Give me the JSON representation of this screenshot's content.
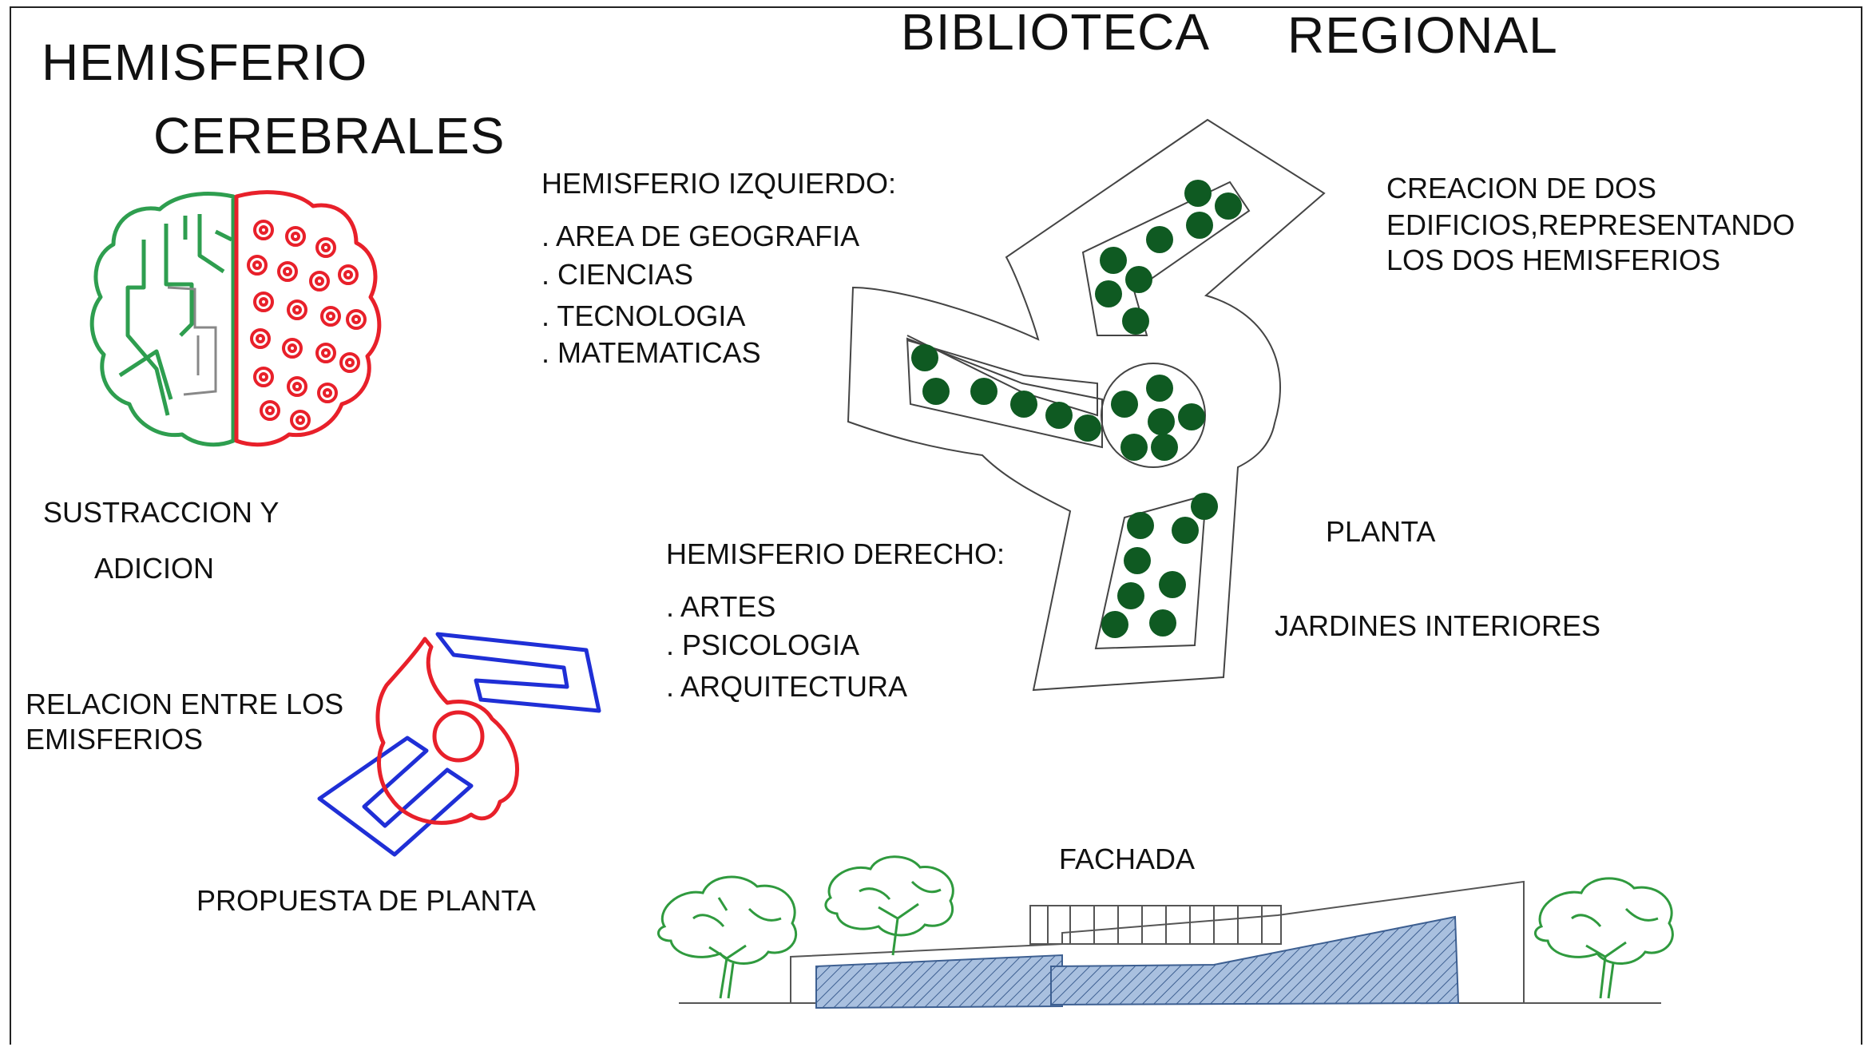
{
  "header": {
    "title_left_1": "BIBLIOTECA",
    "title_left_2": "REGIONAL",
    "concept_1": "HEMISFERIO",
    "concept_2": "CEREBRALES"
  },
  "left_hemisphere": {
    "heading": "HEMISFERIO IZQUIERDO:",
    "items": [
      ". AREA DE GEOGRAFIA",
      ". CIENCIAS",
      ". TECNOLOGIA",
      ". MATEMATICAS"
    ]
  },
  "right_hemisphere": {
    "heading": "HEMISFERIO DERECHO:",
    "items": [
      ". ARTES",
      ". PSICOLOGIA",
      ". ARQUITECTURA"
    ]
  },
  "notes": {
    "creation_1": "CREACION DE DOS",
    "creation_2": "EDIFICIOS,REPRESENTANDO",
    "creation_3": "LOS DOS HEMISFERIOS",
    "plan": "PLANTA",
    "gardens": "JARDINES INTERIORES",
    "subtraction_1": "SUSTRACCION Y",
    "subtraction_2": "ADICION",
    "relation_1": "RELACION ENTRE LOS",
    "relation_2": "EMISFERIOS",
    "proposal": "PROPUESTA DE PLANTA",
    "facade": "FACHADA"
  },
  "colors": {
    "left_brain": "#2e9e4f",
    "right_brain": "#e8202a",
    "plan_blue": "#1f2fd6",
    "tree_dark": "#0f5a22",
    "tree_light": "#2f9a3e",
    "glass": "#9fb8d9",
    "outline": "#444444"
  }
}
